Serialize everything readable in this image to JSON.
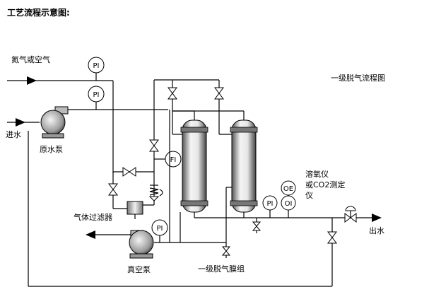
{
  "title": "工艺流程示意图:",
  "diagram_title": "一级脱气流程图",
  "labels": {
    "gas_in": "氮气或空气",
    "water_in": "进水",
    "raw_pump": "原水泵",
    "gas_filter": "气体过滤器",
    "vacuum_pump": "真空泵",
    "membrane_group": "一级脱气膜组",
    "analyzer_line1": "溶氧仪",
    "analyzer_line2": "或CO2测定",
    "analyzer_line3": "仪",
    "water_out": "出水"
  },
  "instruments": {
    "pi_gas": "PI",
    "pi_water": "PI",
    "fi": "FI",
    "pi_vacuum": "PI",
    "pi_out": "PI",
    "oe": "OE",
    "oi": "OI"
  }
}
